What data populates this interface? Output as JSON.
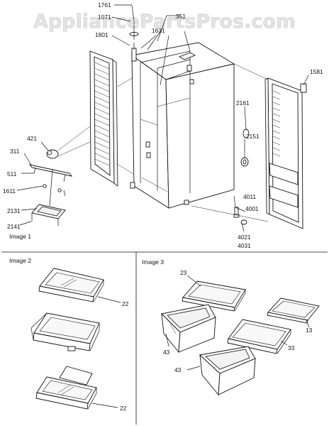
{
  "watermark": "AppliancePartsPros.com",
  "panels": {
    "image1_title": "Image 1",
    "image2_title": "Image 2",
    "image3_title": "Image 3"
  },
  "labels": {
    "p1761": "1761",
    "p1071": "1071",
    "p1801": "1801",
    "p351": "351",
    "p1631": "1631",
    "p1581": "1581",
    "p421": "421",
    "p311": "311",
    "p511": "511",
    "p1611": "1611",
    "p2131": "2131",
    "p2141": "2141",
    "p2161": "2161",
    "p2151": "2151",
    "p4011": "4011",
    "p4001": "4001",
    "p4021": "4021",
    "p4031": "4031",
    "p22a": "22",
    "p22b": "22",
    "p23": "23",
    "p13": "13",
    "p43a": "43",
    "p33": "33",
    "p43b": "43"
  }
}
